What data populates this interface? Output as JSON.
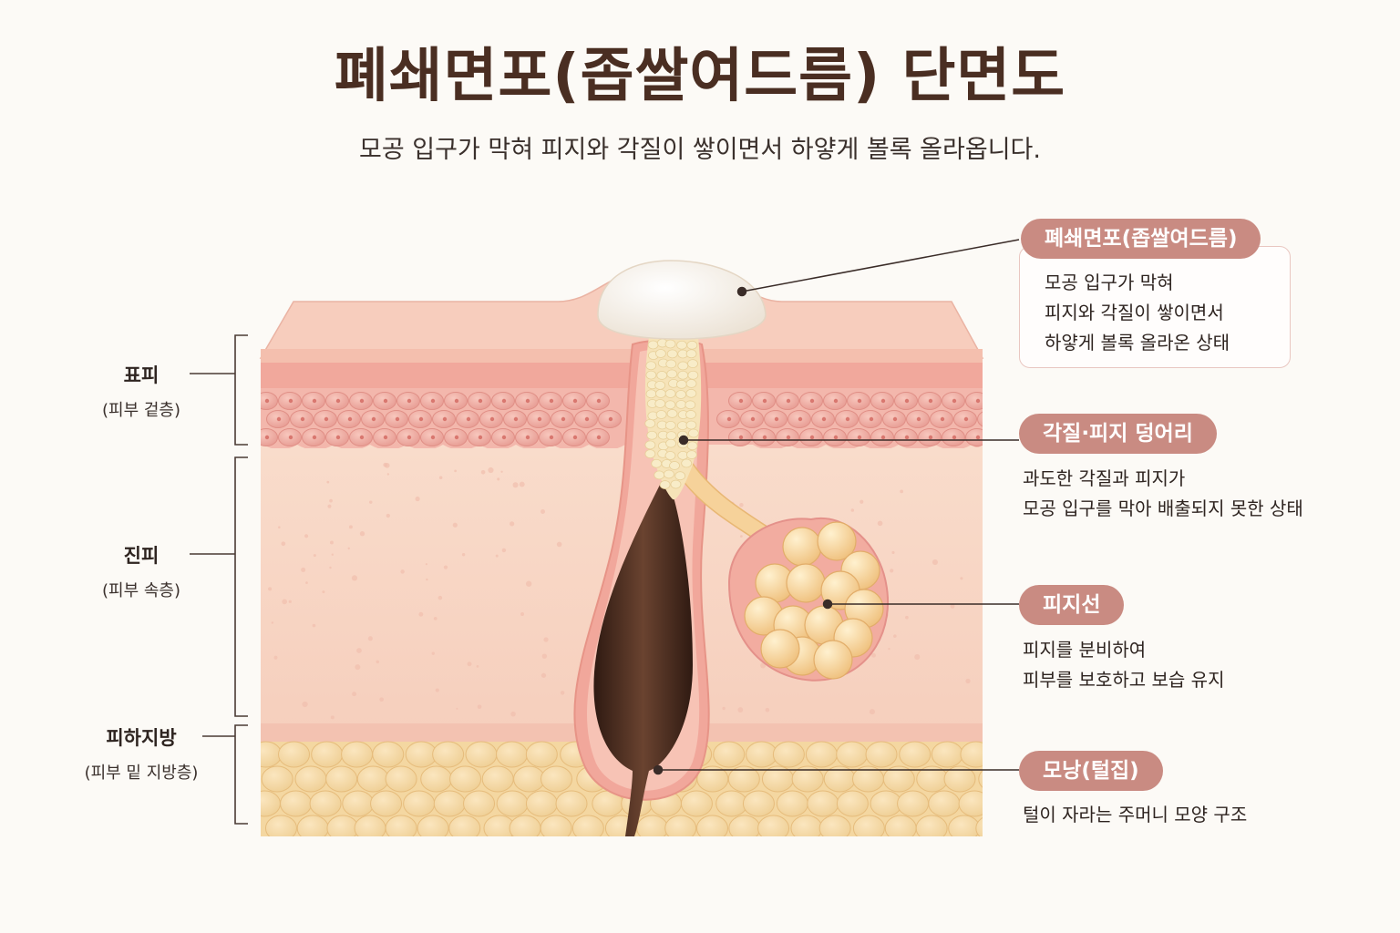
{
  "title": "폐쇄면포(좁쌀여드름) 단면도",
  "subtitle": "모공 입구가 막혀 피지와 각질이 쌓이면서 하얗게 볼록 올라옵니다.",
  "layers": [
    {
      "name": "표피",
      "sub": "(피부 겉층)"
    },
    {
      "name": "진피",
      "sub": "(피부 속층)"
    },
    {
      "name": "피하지방",
      "sub": "(피부 밑 지방층)"
    }
  ],
  "callouts": [
    {
      "label": "폐쇄면포(좁쌀여드름)",
      "lines": [
        "모공 입구가 막혀",
        "피지와 각질이 쌓이면서",
        "하얗게 볼록 올라온 상태"
      ]
    },
    {
      "label": "각질·피지 덩어리",
      "lines": [
        "과도한 각질과 피지가",
        "모공 입구를 막아 배출되지 못한 상태"
      ]
    },
    {
      "label": "피지선",
      "lines": [
        "피지를 분비하여",
        "피부를 보호하고 보습 유지"
      ]
    },
    {
      "label": "모낭(털집)",
      "lines": [
        "털이 자라는 주머니 모양 구조"
      ]
    }
  ],
  "colors": {
    "pill": "#c98b82",
    "epidermis_top": "#f7c9b8",
    "dermis": "#fad9c9",
    "fat": "#f6d9a6",
    "hair": "#4a2c1f",
    "plug": "#fbf6ee"
  }
}
